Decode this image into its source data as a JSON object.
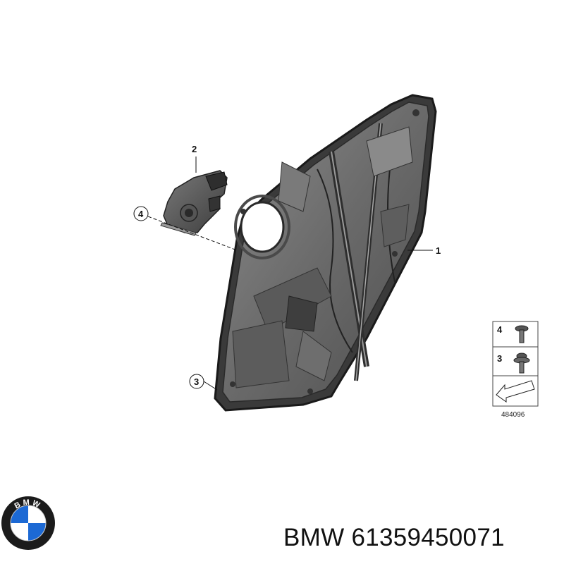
{
  "callouts": [
    {
      "id": "1",
      "label": "1"
    },
    {
      "id": "2",
      "label": "2"
    },
    {
      "id": "3",
      "label": "3"
    },
    {
      "id": "4",
      "label": "4"
    }
  ],
  "legend": {
    "items": [
      {
        "number": "4",
        "icon": "screw-icon"
      },
      {
        "number": "3",
        "icon": "flange-screw-icon"
      }
    ],
    "diagram_id": "484096"
  },
  "logo": {
    "brand_text": "BMW",
    "icon": "bmw-roundel-icon",
    "colors": {
      "ring": "#1b1b1b",
      "blue": "#1c69d4",
      "white": "#ffffff"
    }
  },
  "caption": {
    "brand": "BMW",
    "part_number": "61359450071"
  }
}
